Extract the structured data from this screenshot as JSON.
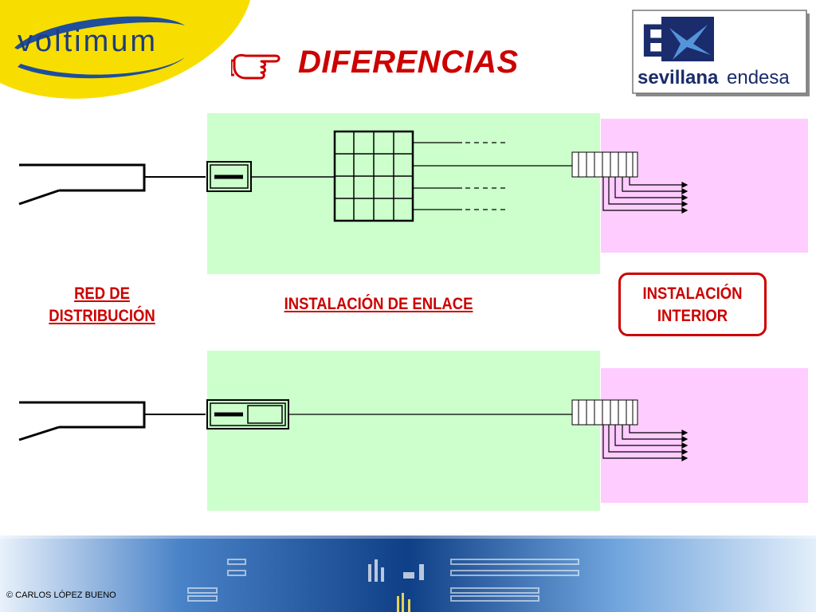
{
  "header": {
    "brand_left": "voltimum",
    "title": "DIFERENCIAS",
    "title_icon": "pointing-hand-icon",
    "brand_right": {
      "mark": "E",
      "name_part1": "sevillana",
      "name_part2": "endesa"
    }
  },
  "labels": {
    "red_distribucion": [
      "RED DE",
      "DISTRIBUCIÓN"
    ],
    "instalacion_enlace": "INSTALACIÓN DE ENLACE",
    "instalacion_interior": [
      "INSTALACIÓN",
      "INTERIOR"
    ]
  },
  "footer": {
    "copyright": "©  CARLOS LÓPEZ BUENO"
  },
  "colors": {
    "accent_red": "#cc0000",
    "enlace_zone": "#ccffcc",
    "interior_zone": "#ffccff",
    "logo_yellow": "#f7de00",
    "logo_blue": "#1f4e9b"
  }
}
